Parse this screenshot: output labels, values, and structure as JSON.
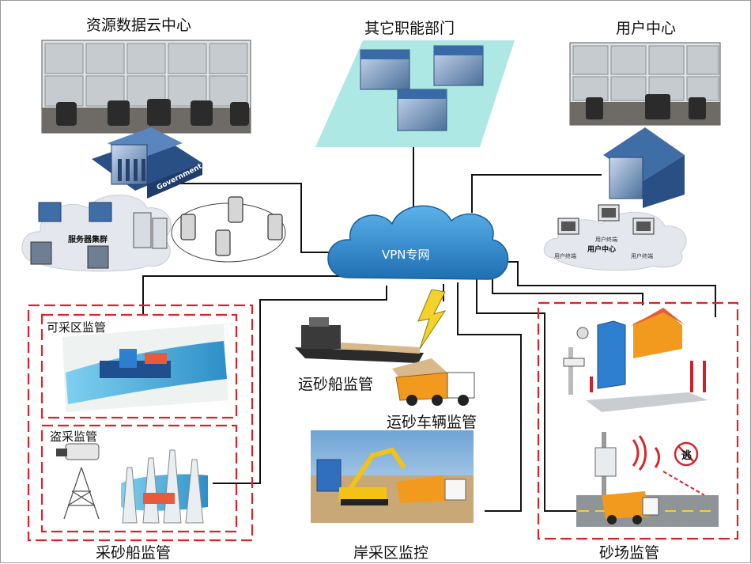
{
  "labels": {
    "cloud_center": "资源数据云中心",
    "other_depts": "其它职能部门",
    "user_center_top": "用户中心",
    "server_cluster": "服务器集群",
    "government": "Government",
    "vpn": "VPN专网",
    "user_terminal": "用户终端",
    "user_center_small": "用户中心",
    "mining_area": "可采区监管",
    "theft_monitor": "盗采监管",
    "dredger_monitor": "采砂船监管",
    "sand_ship_monitor": "运砂船监管",
    "sand_truck_monitor": "运砂车辆监管",
    "shore_monitor": "岸采区监控",
    "yard_monitor": "砂场监管",
    "escape_sign": "逃"
  },
  "colors": {
    "dashed_border": "#d9242b",
    "cloud": "#2f86c8",
    "panel_teal": "#aee8e4",
    "truck_orange": "#f29a1e",
    "lightning": "#f2d22b"
  }
}
